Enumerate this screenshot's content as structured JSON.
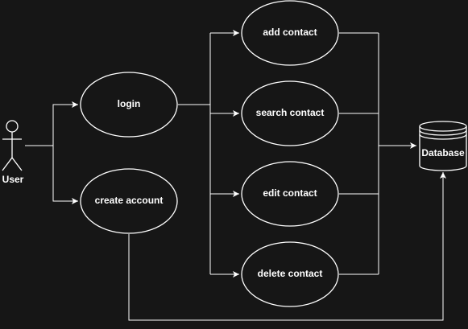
{
  "diagram": {
    "actor": "User",
    "use_cases": {
      "login": "login",
      "create_account": "create account",
      "add_contact": "add contact",
      "search_contact": "search contact",
      "edit_contact": "edit contact",
      "delete_contact": "delete contact"
    },
    "database": "Database"
  },
  "colors": {
    "background": "#161616",
    "stroke": "#ffffff",
    "text": "#ffffff"
  }
}
